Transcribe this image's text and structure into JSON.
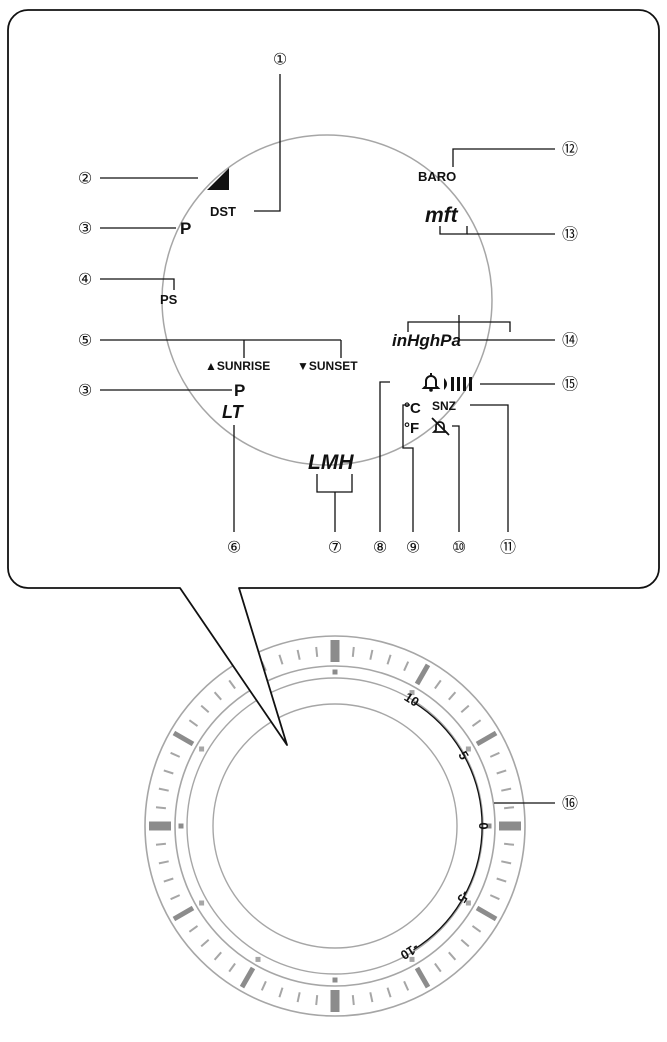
{
  "indicators": {
    "dst": "DST",
    "p_top": "P",
    "ps": "PS",
    "sunrise": "▲SUNRISE",
    "sunset": "▼SUNSET",
    "p_mid": "P",
    "lt": "LT",
    "lmh": "LMH",
    "baro": "BARO",
    "mft": "mft",
    "inhghpa": "inHghPa",
    "celsius": "°C",
    "fahrenheit": "°F",
    "snz": "SNZ"
  },
  "callouts": [
    {
      "id": 1,
      "label": "①"
    },
    {
      "id": 2,
      "label": "②"
    },
    {
      "id": 3,
      "label": "③"
    },
    {
      "id": 4,
      "label": "④"
    },
    {
      "id": 5,
      "label": "⑤"
    },
    {
      "id": 6,
      "label": "③"
    },
    {
      "id": 7,
      "label": "⑥"
    },
    {
      "id": 8,
      "label": "⑦"
    },
    {
      "id": 9,
      "label": "⑧"
    },
    {
      "id": 10,
      "label": "⑨"
    },
    {
      "id": 11,
      "label": "⑩"
    },
    {
      "id": 12,
      "label": "⑪"
    },
    {
      "id": 13,
      "label": "⑫"
    },
    {
      "id": 14,
      "label": "⑬"
    },
    {
      "id": 15,
      "label": "⑭"
    },
    {
      "id": 16,
      "label": "⑮"
    },
    {
      "id": 17,
      "label": "⑯"
    }
  ],
  "scale": [
    "10",
    "5",
    "0",
    "-5",
    "-10"
  ],
  "icons": [
    "signal-triangle-icon",
    "alarm-bell-icon",
    "signal-bars-icon",
    "alarm-off-icon"
  ],
  "colors": {
    "line": "#111111",
    "bezel_gray": "#a6a6a6",
    "bezel_mark": "#8c8c8c"
  }
}
